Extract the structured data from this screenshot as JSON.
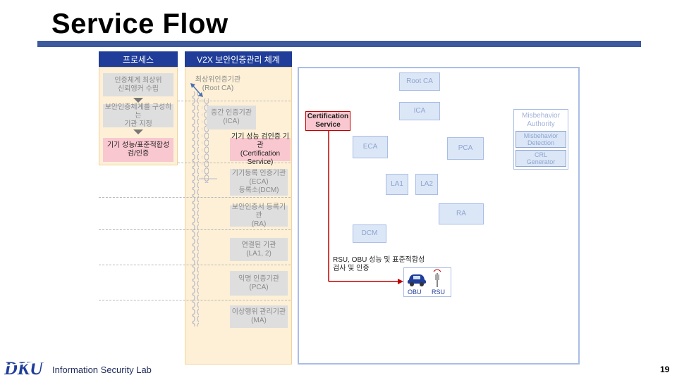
{
  "slide": {
    "title": "Service Flow",
    "footer": "Information Security Lab",
    "page_number": "19",
    "logo_text": "DKU"
  },
  "process_column": {
    "header": "프로세스",
    "steps": [
      "인증체계 최상위\n신뢰앵커 수립",
      "보안인증체계를 구성하는\n기관 지정",
      "기기 성능/표준적합성\n검/인증"
    ]
  },
  "v2x_column": {
    "header": "V2X 보안인증관리 체계",
    "orgs": [
      "최상위인증기관\n(Root CA)",
      "중간 인증기관\n(ICA)",
      "기기 성능 검인증 기관\n(Certification Service)",
      "기기등록 인증기관\n(ECA)\n등록소(DCM)",
      "보안인증서 등록기관\n(RA)",
      "연결된 기관\n(LA1, 2)",
      "익명 인증기관\n(PCA)",
      "이상행위 관리기관\n(MA)"
    ]
  },
  "architecture": {
    "root_ca": "Root CA",
    "ica": "ICA",
    "certification_service": "Certification\nService",
    "eca": "ECA",
    "pca": "PCA",
    "la1": "LA1",
    "la2": "LA2",
    "ra": "RA",
    "dcm": "DCM",
    "misbehavior_authority": "Misbehavior\nAuthority",
    "misbehavior_detection": "Misbehavior\nDetection",
    "crl_generator": "CRL\nGenerator",
    "red_annotation": "RSU, OBU 성능 및 표준적합성\n검사 및 인증",
    "obu_label": "OBU",
    "rsu_label": "RSU"
  },
  "colors": {
    "header_blue": "#1f3d99",
    "column_fill": "#fdf0d6",
    "highlight_pink": "#f9c7cf",
    "node_blue": "#dbe6f7",
    "arrow_red": "#c00000"
  }
}
